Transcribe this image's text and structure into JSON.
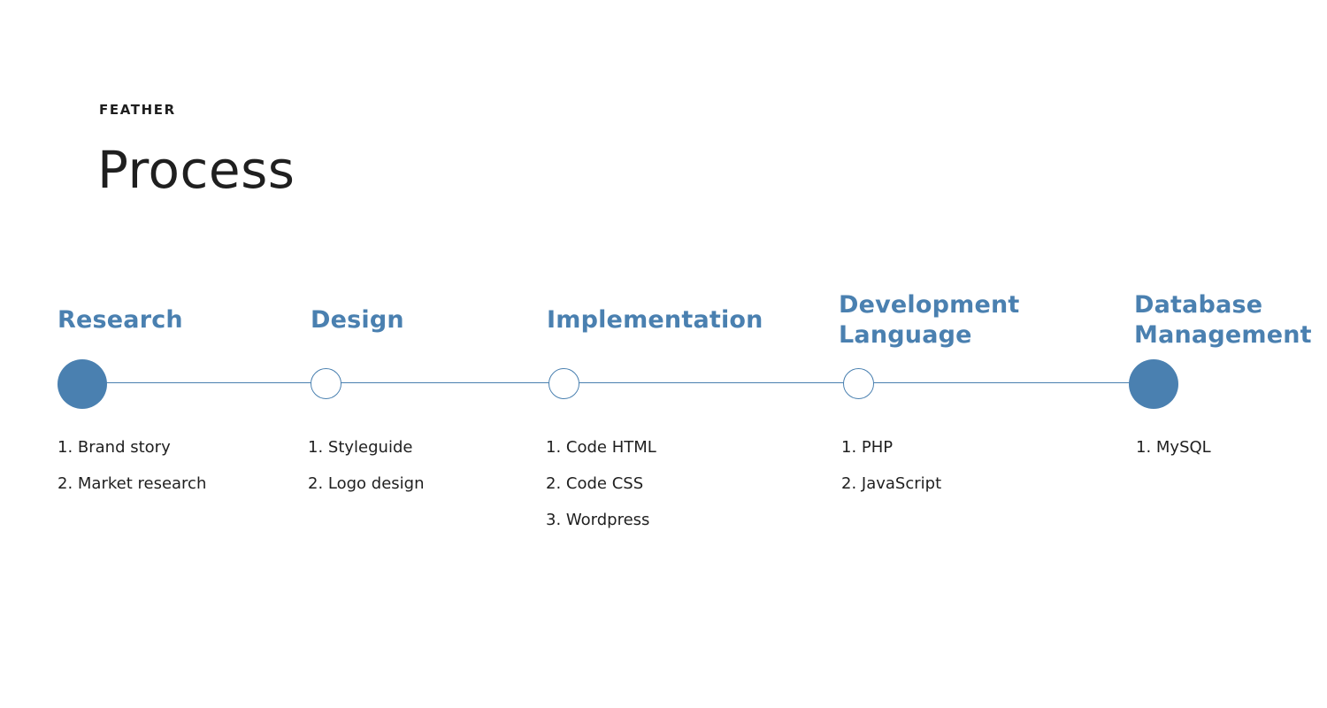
{
  "header": {
    "eyebrow": "FEATHER",
    "title": "Process"
  },
  "colors": {
    "accent": "#4a80b0",
    "text": "#1f1f1f",
    "background": "#ffffff"
  },
  "stages": [
    {
      "title_lines": [
        "Research"
      ],
      "node_style": "filled",
      "items": [
        "1. Brand story",
        "2. Market research"
      ]
    },
    {
      "title_lines": [
        "Design"
      ],
      "node_style": "hollow",
      "items": [
        "1. Styleguide",
        "2. Logo design"
      ]
    },
    {
      "title_lines": [
        "Implementation"
      ],
      "node_style": "hollow",
      "items": [
        "1. Code HTML",
        "2. Code CSS",
        "3. Wordpress"
      ]
    },
    {
      "title_lines": [
        "Development",
        "Language"
      ],
      "node_style": "hollow",
      "items": [
        "1. PHP",
        "2. JavaScript"
      ]
    },
    {
      "title_lines": [
        "Database",
        "Management"
      ],
      "node_style": "filled",
      "items": [
        "1. MySQL"
      ]
    }
  ]
}
